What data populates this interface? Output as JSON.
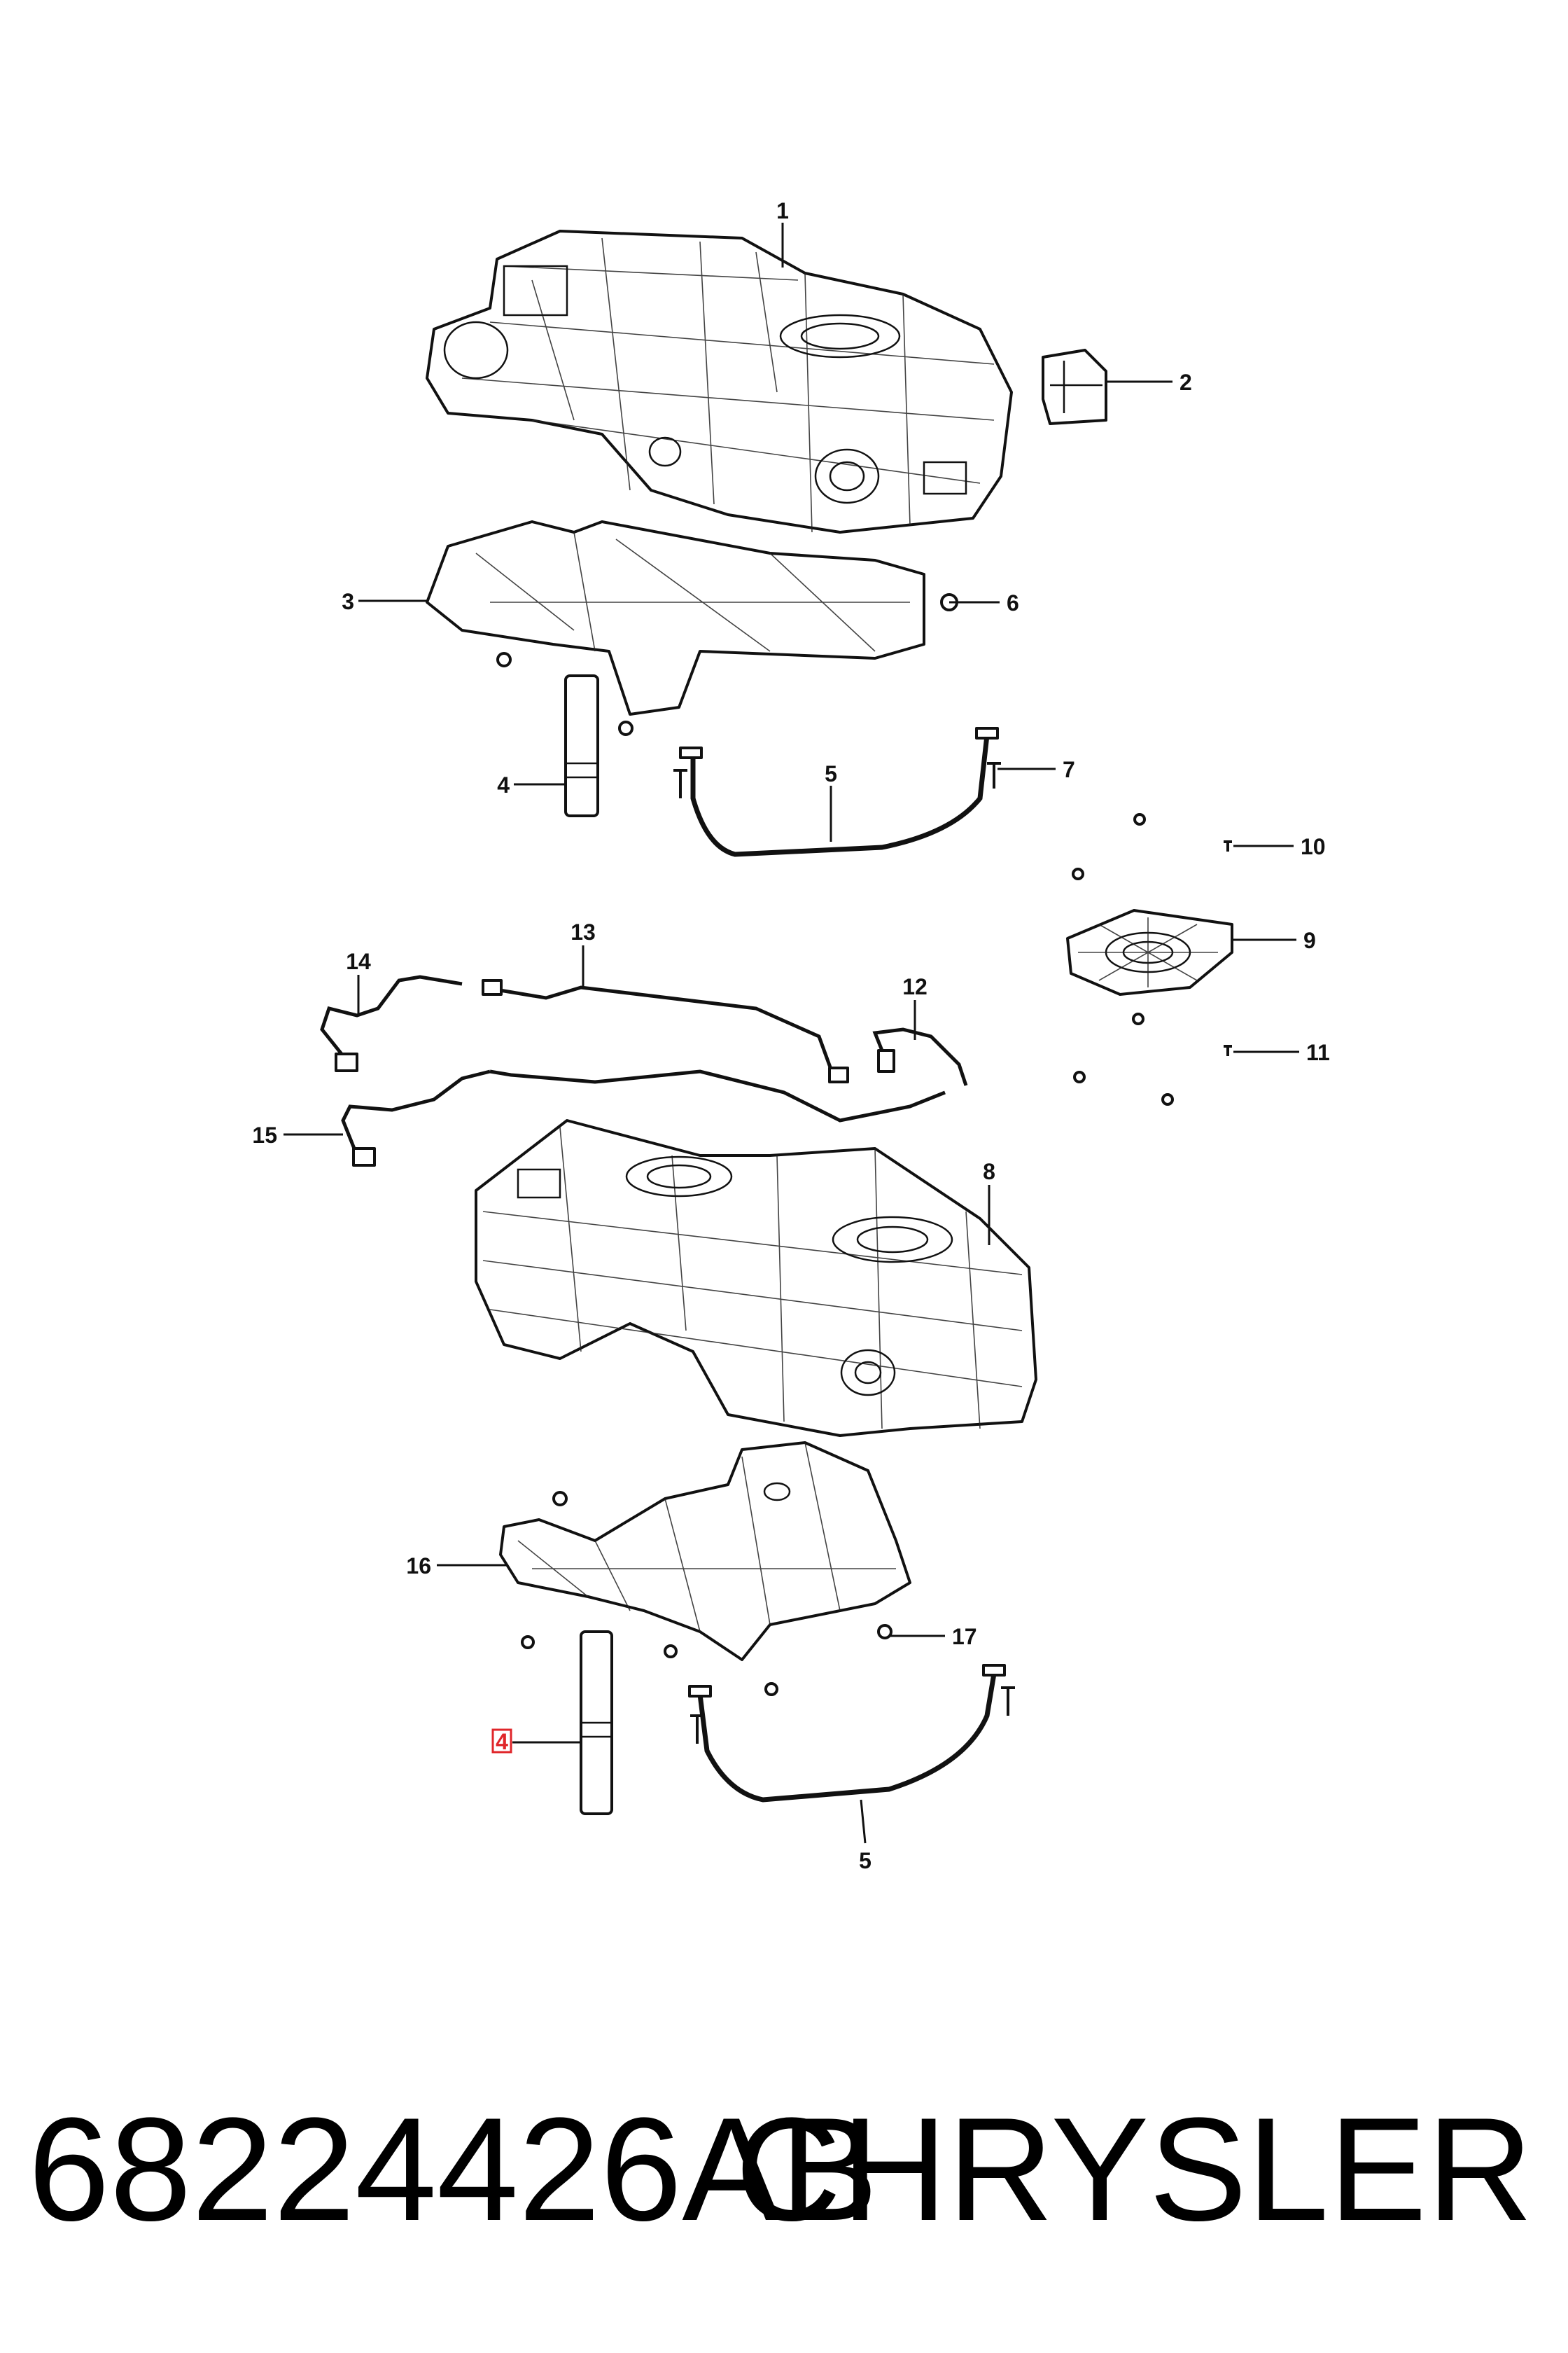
{
  "callouts": {
    "c1": "1",
    "c2": "2",
    "c3": "3",
    "c4a": "4",
    "c5a": "5",
    "c6": "6",
    "c7": "7",
    "c8": "8",
    "c9": "9",
    "c10": "10",
    "c11": "11",
    "c12": "12",
    "c13": "13",
    "c14": "14",
    "c15": "15",
    "c16": "16",
    "c17": "17",
    "c4b": "4",
    "c5b": "5"
  },
  "highlight": {
    "callout": "4",
    "color": "#e0262a"
  },
  "footer": {
    "part_number": "68224426AB",
    "brand": "CHRYSLER"
  }
}
